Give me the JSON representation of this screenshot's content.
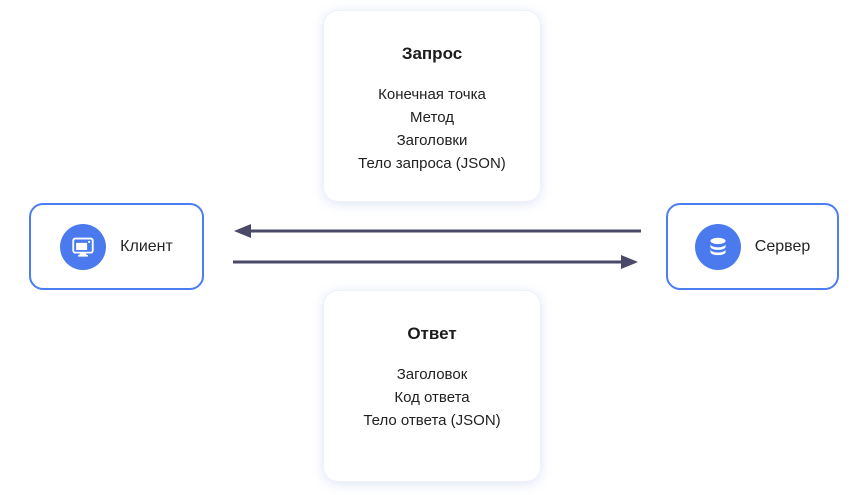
{
  "diagram": {
    "request_card": {
      "title": "Запрос",
      "items": [
        "Конечная точка",
        "Метод",
        "Заголовки",
        "Тело запроса (JSON)"
      ]
    },
    "response_card": {
      "title": "Ответ",
      "items": [
        "Заголовок",
        "Код ответа",
        "Тело ответа (JSON)"
      ]
    },
    "client_node": {
      "label": "Клиент",
      "icon": "monitor-icon"
    },
    "server_node": {
      "label": "Сервер",
      "icon": "database-icon"
    },
    "arrows": [
      {
        "direction": "server-to-client",
        "position": "top"
      },
      {
        "direction": "client-to-server",
        "position": "bottom"
      }
    ],
    "colors": {
      "node_border": "#4d7df2",
      "icon_circle": "#4a7aee",
      "arrow": "#4b4968",
      "text": "#212121",
      "card_glow": "#edf1fd"
    }
  }
}
